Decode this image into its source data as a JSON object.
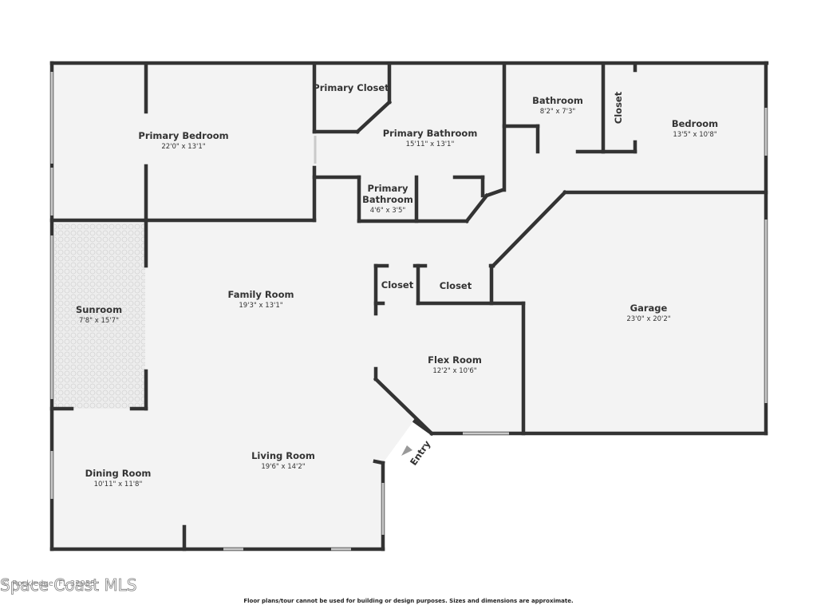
{
  "rooms": {
    "primary_bedroom": {
      "name": "Primary Bedroom",
      "dim": "22'0\" x 13'1\""
    },
    "primary_closet": {
      "name": "Primary Closet",
      "dim": ""
    },
    "primary_bathroom": {
      "name": "Primary Bathroom",
      "dim": "15'11\" x 13'1\""
    },
    "primary_bathroom_small": {
      "name_line1": "Primary",
      "name_line2": "Bathroom",
      "dim": "4'6\" x 3'5\""
    },
    "bathroom": {
      "name": "Bathroom",
      "dim": "8'2\" x 7'3\""
    },
    "closet_vertical": {
      "name": "Closet"
    },
    "bedroom": {
      "name": "Bedroom",
      "dim": "13'5\" x 10'8\""
    },
    "sunroom": {
      "name": "Sunroom",
      "dim": "7'8\" x 15'7\""
    },
    "family_room": {
      "name": "Family Room",
      "dim": "19'3\" x 13'1\""
    },
    "closet_1": {
      "name": "Closet"
    },
    "closet_2": {
      "name": "Closet"
    },
    "garage": {
      "name": "Garage",
      "dim": "23'0\" x 20'2\""
    },
    "flex_room": {
      "name": "Flex Room",
      "dim": "12'2\" x 10'6\""
    },
    "living_room": {
      "name": "Living Room",
      "dim": "19'6\" x 14'2\""
    },
    "dining_room": {
      "name": "Dining Room",
      "dim": "10'11\" x 11'8\""
    }
  },
  "entry_label": "Entry",
  "footer": {
    "disclaimer": "Floor plans/tour cannot be used for building or design purposes. Sizes and dimensions are approximate."
  },
  "watermark": {
    "brand": "Space Coast MLS",
    "location": "© Rockledge, FL 32955"
  },
  "colors": {
    "wall": "#333333",
    "floor": "#f3f3f3",
    "window": "#c9c9c9",
    "sunroom_tile": "#e0e0e0"
  }
}
